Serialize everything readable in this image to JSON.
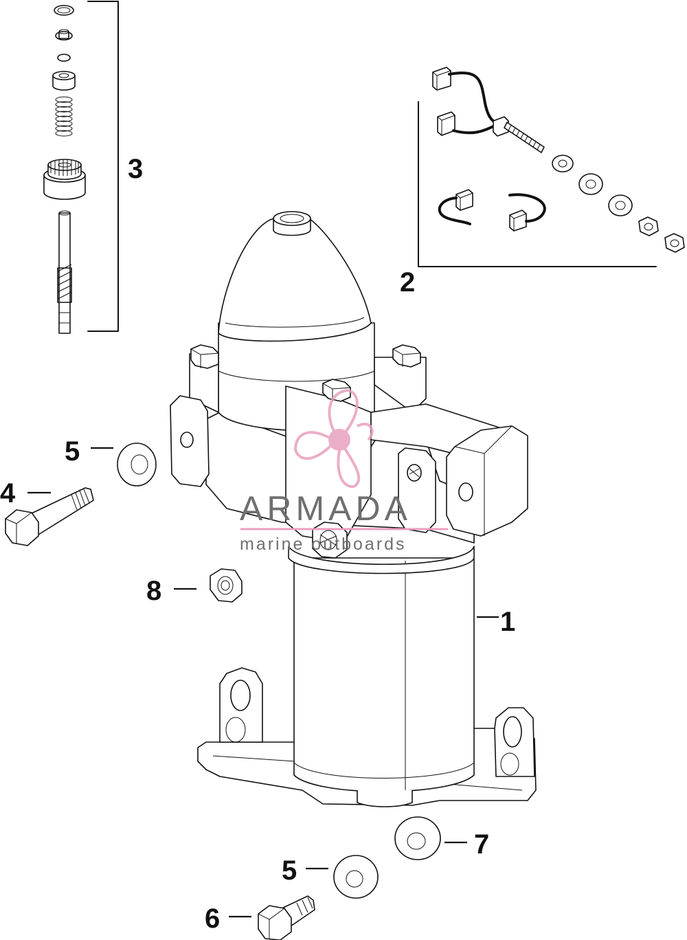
{
  "callouts": {
    "c1": "1",
    "c2": "2",
    "c3": "3",
    "c4": "4",
    "c5a": "5",
    "c5b": "5",
    "c6": "6",
    "c7": "7",
    "c8": "8"
  },
  "watermark": {
    "title": "ARMADA",
    "subtitle": "marine outboards",
    "logo_icon": "propeller-logo-icon",
    "color": "#e8a0bf"
  },
  "icons": {
    "starter_motor": "starter-motor-icon",
    "brush_kit": "brush-kit-icon",
    "drive_kit": "drive-kit-icon"
  }
}
